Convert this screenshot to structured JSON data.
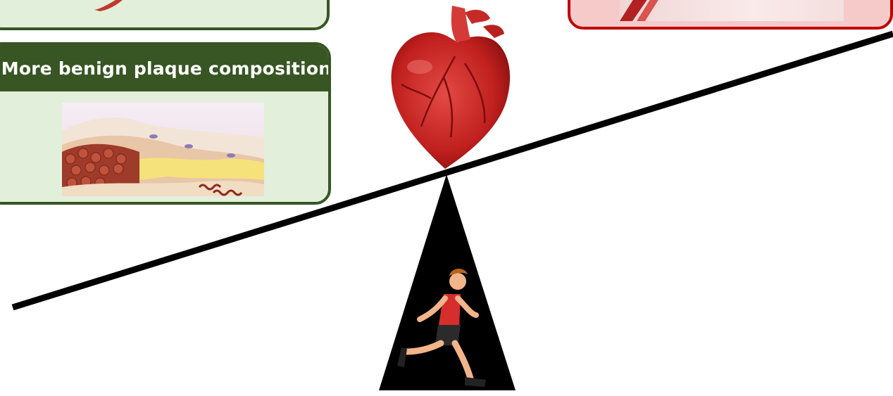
{
  "panels": {
    "plaque_title": "More benign plaque composition"
  },
  "colors": {
    "green_border": "#375623",
    "green_fill": "#e2efda",
    "red_border": "#c00000",
    "red_fill": "#f7caca",
    "beam": "#000000"
  },
  "icons": [
    "heart-icon",
    "runner-icon",
    "artery-image",
    "plaque-tissue-image"
  ]
}
